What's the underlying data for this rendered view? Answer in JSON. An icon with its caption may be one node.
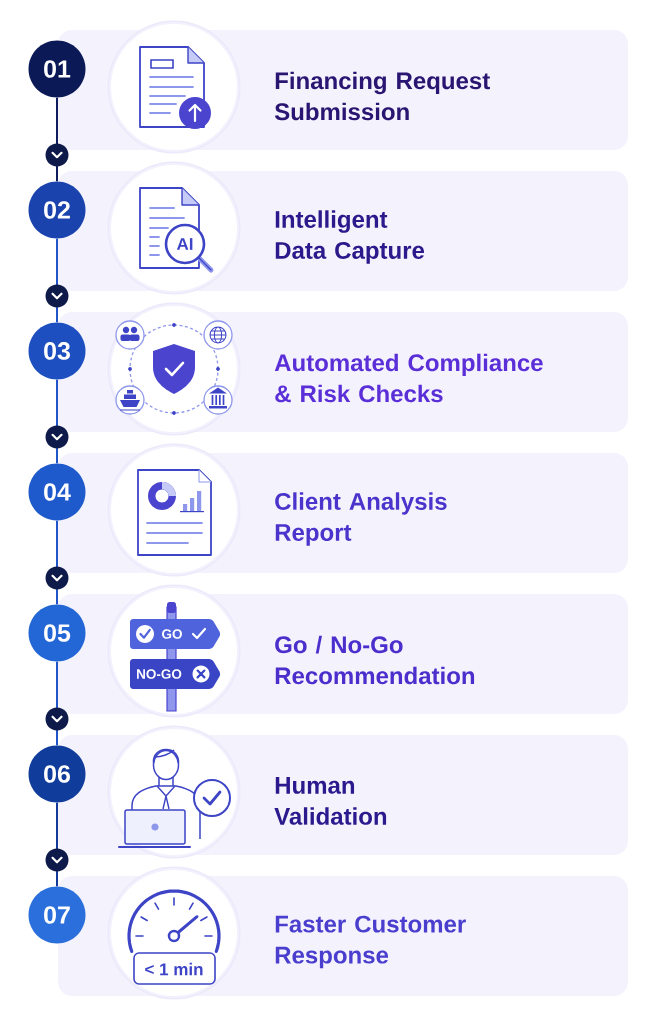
{
  "diagram": {
    "nodes": [
      {
        "text": [
          "01"
        ]
      },
      {
        "text": [
          "Financing Request Submission"
        ]
      },
      {
        "text": [
          "02"
        ]
      },
      {
        "text": [
          "Intelligent Data Capture"
        ]
      },
      {
        "text": [
          "03"
        ]
      },
      {
        "text": [
          "Automated Compliance & Risk Checks"
        ]
      },
      {
        "text": [
          "04"
        ]
      },
      {
        "text": [
          "Client Analysis Report"
        ]
      },
      {
        "text": [
          "05"
        ]
      },
      {
        "text": [
          "Go / No-Go Recommendation"
        ]
      },
      {
        "text": [
          "06"
        ]
      },
      {
        "text": [
          "Human Validation"
        ]
      },
      {
        "text": [
          "07"
        ]
      },
      {
        "text": [
          "Faster Customer Response"
        ]
      }
    ],
    "edges": [
      {
        "from": 0,
        "to": 2,
        "arrow": "to",
        "color": "#0f1d5e"
      },
      {
        "from": 2,
        "to": 4,
        "arrow": "to"
      },
      {
        "from": 4,
        "to": 6,
        "arrow": "to"
      },
      {
        "from": 6,
        "to": 8,
        "arrow": "to"
      },
      {
        "from": 8,
        "to": 10,
        "arrow": "to"
      },
      {
        "from": 10,
        "to": 12,
        "arrow": "to",
        "color": "#13399b"
      }
    ],
    "labels": [
      "AI",
      "GO",
      "NO-GO",
      "< 1 min"
    ]
  }
}
